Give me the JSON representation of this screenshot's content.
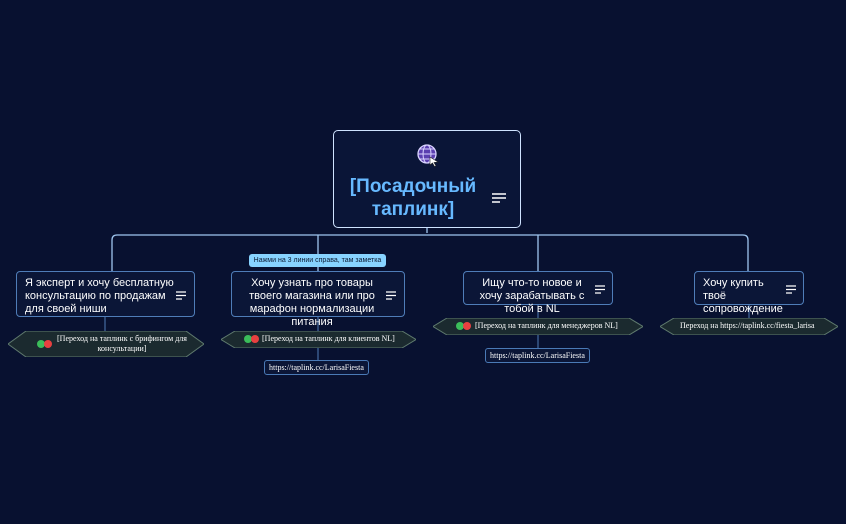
{
  "root": {
    "title": "[Посадочный таплинк]",
    "icon": "globe-cursor-icon"
  },
  "branches": [
    {
      "text": "Я эксперт и хочу бесплатную консультацию по продажам для своей ниши",
      "action": "[Переход на таплинк с брифингом для консультации]"
    },
    {
      "text": "Хочу узнать про товары твоего магазина или про марафон нормализации питания",
      "action": "[Переход на таплинк для клиентов NL]",
      "link": "https://taplink.cc/LarisaFiesta",
      "tooltip": "Нажми на 3 линии справа, там заметка"
    },
    {
      "text": "Ищу что-то новое и хочу зарабатывать с тобой в NL",
      "action": "[Переход на таплинк для менеджеров NL]",
      "link": "https://taplink.cc/LarisaFiesta"
    },
    {
      "text": "Хочу купить твоё сопровождение",
      "action": "Переход на https://taplink.cc/fiesta_larisa"
    }
  ],
  "colors": {
    "background": "#081130",
    "connector": "#9fc6ef",
    "accent": "#67b9ff",
    "tooltip": "#87d3ff"
  }
}
